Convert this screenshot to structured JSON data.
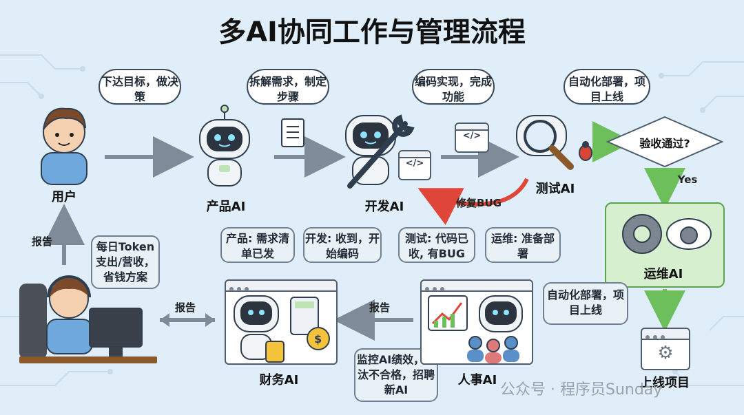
{
  "title": "多AI协同工作与管理流程",
  "nodes": {
    "user": "用户",
    "product_ai": "产品AI",
    "dev_ai": "开发AI",
    "test_ai": "测试AI",
    "ops_ai": "运维AI",
    "launch": "上线项目",
    "finance_ai": "财务AI",
    "hr_ai": "人事AI"
  },
  "thoughts": {
    "user": "下达目标，做决策",
    "product": "拆解需求，制定步骤",
    "dev": "编码实现，完成功能",
    "test": "自动化部署，项目上线"
  },
  "decision": "验收通过?",
  "edges": {
    "yes": "Yes",
    "fix_bug": "修复BUG",
    "report_up": "报告",
    "report_finance": "报告",
    "report_hr": "报告"
  },
  "chat": {
    "product": "产品: 需求清单已发",
    "dev": "开发: 收到，开始编码",
    "test": "测试: 代码已收, 有BUG",
    "ops": "运维: 准备部署"
  },
  "notes": {
    "finance": "每日Token支出/营收，省钱方案",
    "hr": "监控AI绩效，淘汰不合格，招聘新AI",
    "ops": "自动化部署，项目上线"
  },
  "watermark": "公众号 · 程序员Sunday",
  "colors": {
    "arrow": "#7f8b98",
    "green_arrow": "#6cbf5a",
    "red_arrow": "#e0453a",
    "ops_bg": "#d6f0cf"
  }
}
